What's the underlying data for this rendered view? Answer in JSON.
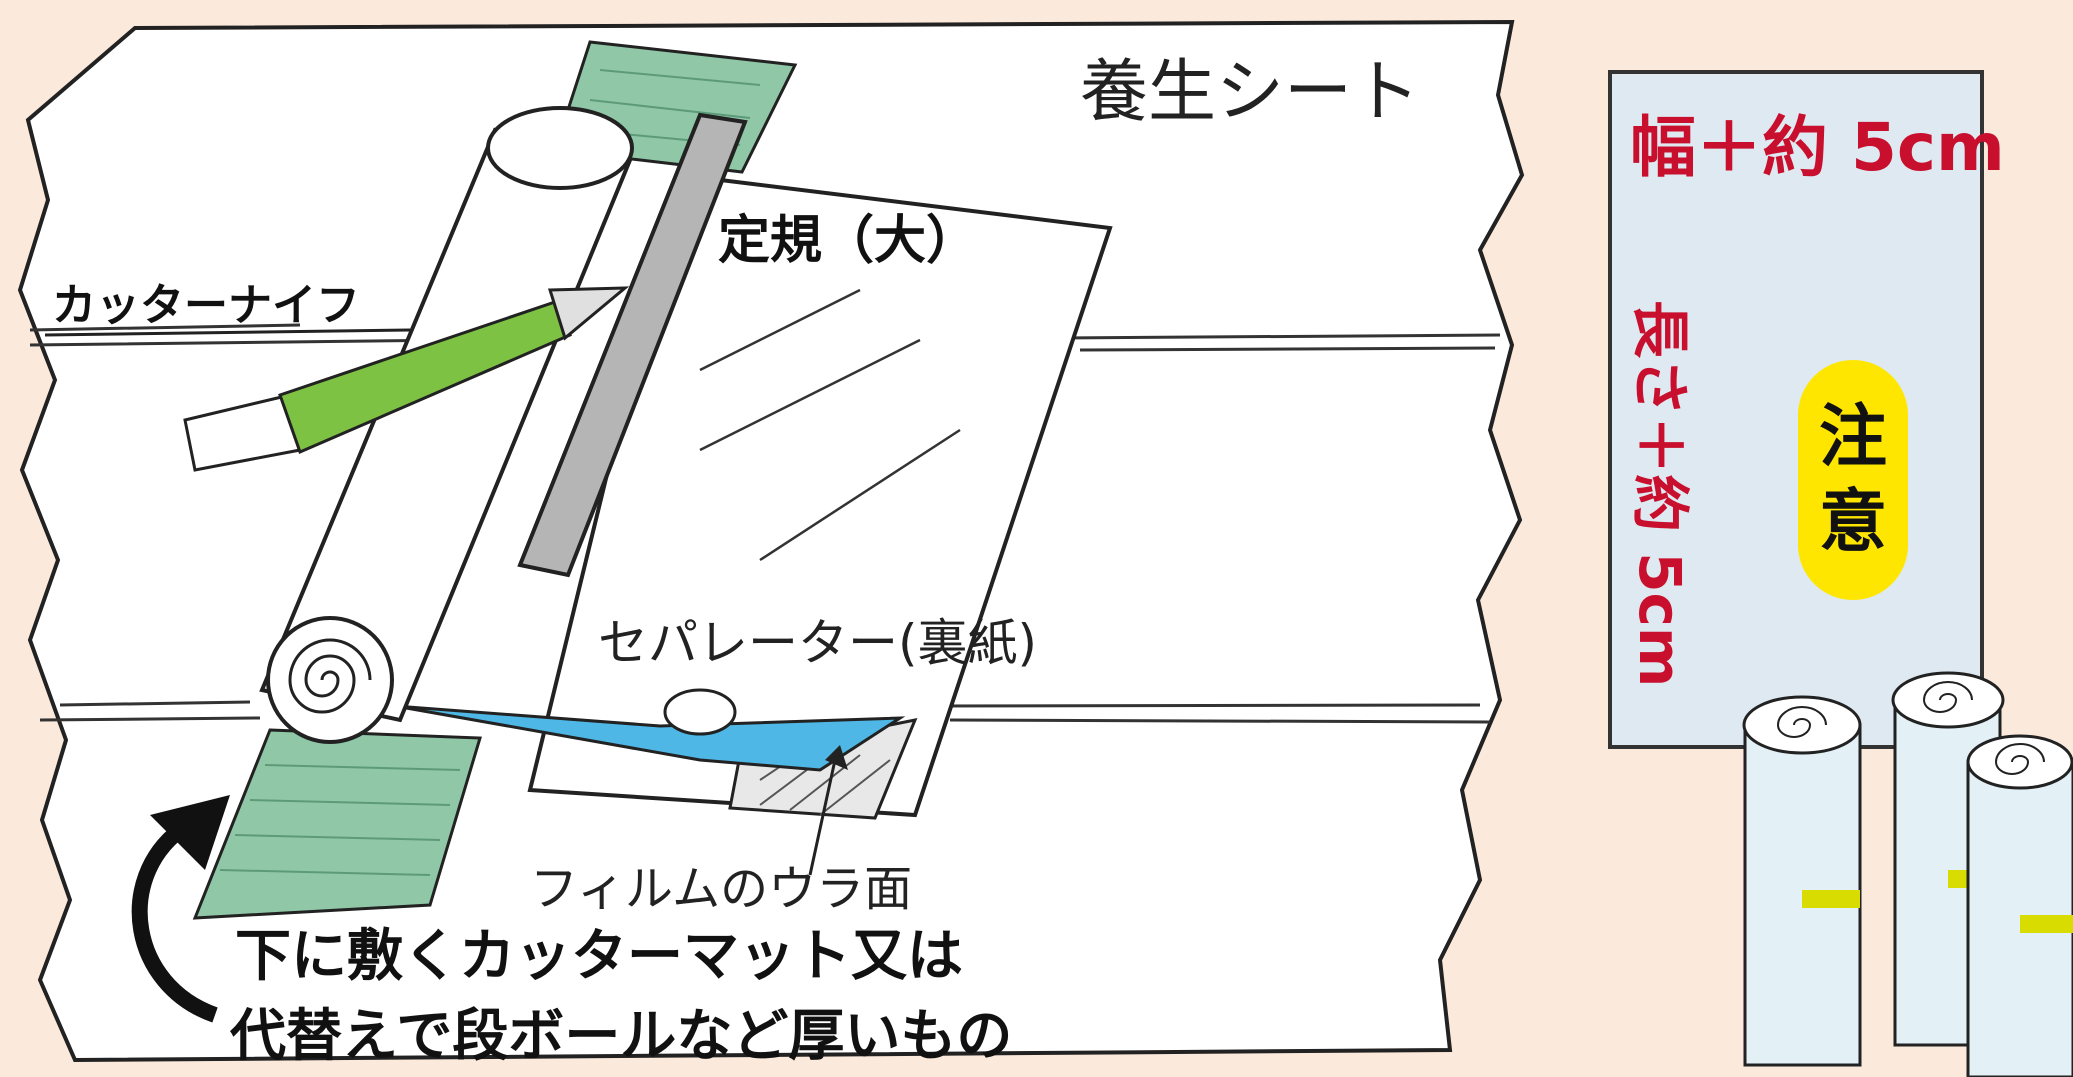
{
  "labels": {
    "protective_sheet": "養生シート",
    "cutter_knife": "カッターナイフ",
    "ruler": "定規（大）",
    "separator": "セパレーター(裏紙)",
    "film_back": "フィルムのウラ面",
    "mat_line1": "下に敷くカッターマット又は",
    "mat_line2": "代替えで段ボールなど厚いもの"
  },
  "size_card": {
    "width_text": "幅＋約 5cm",
    "length_text": "長さ＋約 5cm",
    "caution": "注意"
  },
  "colors": {
    "background": "#fbe9dc",
    "mat_green": "#8fc7a7",
    "knife_green": "#7dc242",
    "separator_blue": "#4fb7e5",
    "size_text_red": "#c8102e",
    "caution_yellow": "#ffe600",
    "card_blue": "#dfe9f1"
  }
}
